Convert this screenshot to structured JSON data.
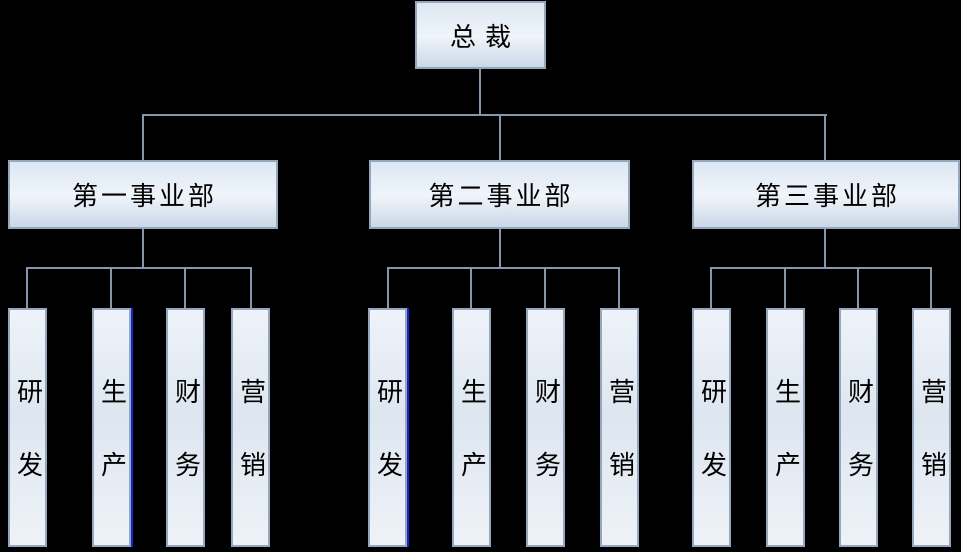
{
  "colors": {
    "page_background": "#000000",
    "connector_line": "#8797ab",
    "box_border": "#94a7bc",
    "box_gradient_top": "#dde7f2",
    "box_gradient_middle": "#eff4fa",
    "box_gradient_bottom": "#cbd8e8",
    "department_box_fill_top": "#eef3f9",
    "department_box_fill_middle": "#dde6f0",
    "artifact_blue_edge": "#1423d2",
    "text": "#000000"
  },
  "org_chart": {
    "root": {
      "label": "总裁"
    },
    "divisions": [
      {
        "label": "第一事业部",
        "departments": [
          {
            "label": "研发"
          },
          {
            "label": "生产",
            "blue_right_edge": true
          },
          {
            "label": "财务"
          },
          {
            "label": "营销"
          }
        ]
      },
      {
        "label": "第二事业部",
        "departments": [
          {
            "label": "研发",
            "blue_right_edge": true
          },
          {
            "label": "生产"
          },
          {
            "label": "财务"
          },
          {
            "label": "营销"
          }
        ]
      },
      {
        "label": "第三事业部",
        "departments": [
          {
            "label": "研发"
          },
          {
            "label": "生产"
          },
          {
            "label": "财务"
          },
          {
            "label": "营销"
          }
        ]
      }
    ]
  }
}
